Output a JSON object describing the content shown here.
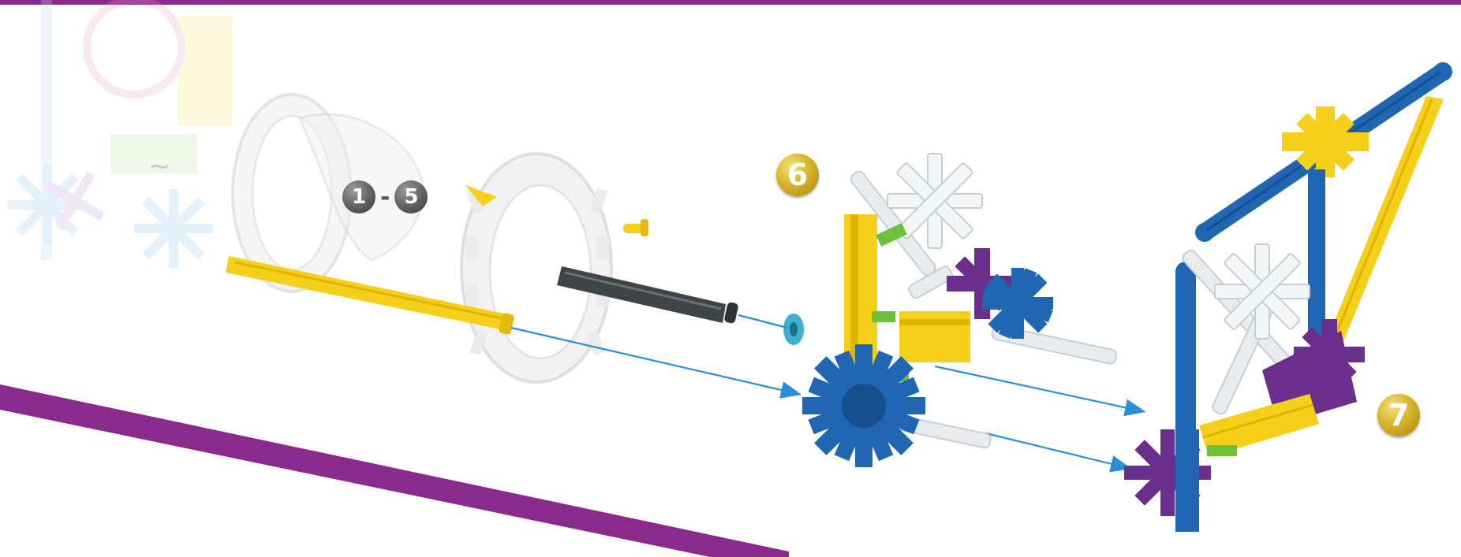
{
  "step_labels": {
    "step_6": "6",
    "step_7": "7"
  },
  "reference_steps": {
    "from": "1",
    "separator": "-",
    "to": "5"
  },
  "colors": {
    "purple": "#8a2a8c",
    "blue": "#1f66b3",
    "yellow": "#f6cf1a",
    "white_part": "#e9ecef",
    "gray_rod": "#3f4447",
    "teal_spacer": "#3ab1d0",
    "arrow": "#2a8fd9",
    "gold_badge": "#c9a322"
  }
}
